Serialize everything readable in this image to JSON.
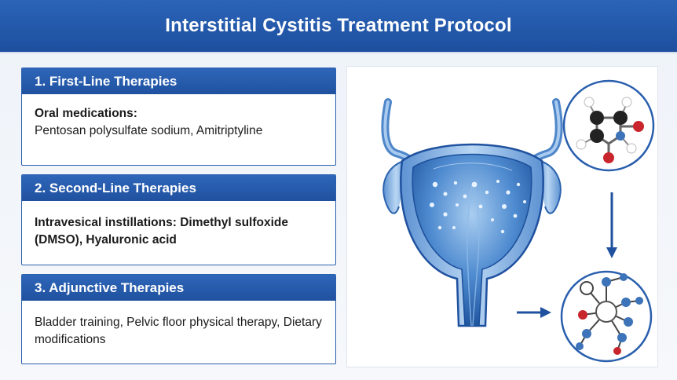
{
  "title": "Interstitial Cystitis Treatment Protocol",
  "cards": [
    {
      "heading": "1. First-Line Therapies",
      "label": "Oral medications:",
      "text": "Pentosan polysulfate sodium, Amitriptyline"
    },
    {
      "heading": "2. Second-Line Therapies",
      "text": "Intravesical instillations: Dimethyl sulfoxide (DMSO), Hyaluronic acid"
    },
    {
      "heading": "3. Adjunctive Therapies",
      "text": "Bladder training, Pelvic floor physical therapy, Dietary modifications"
    }
  ],
  "colors": {
    "primary": "#1f519f",
    "bladder_light": "#6fa6dd",
    "bladder_dark": "#1b4f9a",
    "atom_red": "#c9252c",
    "atom_black": "#222222",
    "atom_blue": "#3d73b8"
  },
  "icons": [
    "bladder-illustration",
    "molecule-icon",
    "network-molecule-icon",
    "arrow-right-icon",
    "arrow-down-icon"
  ]
}
